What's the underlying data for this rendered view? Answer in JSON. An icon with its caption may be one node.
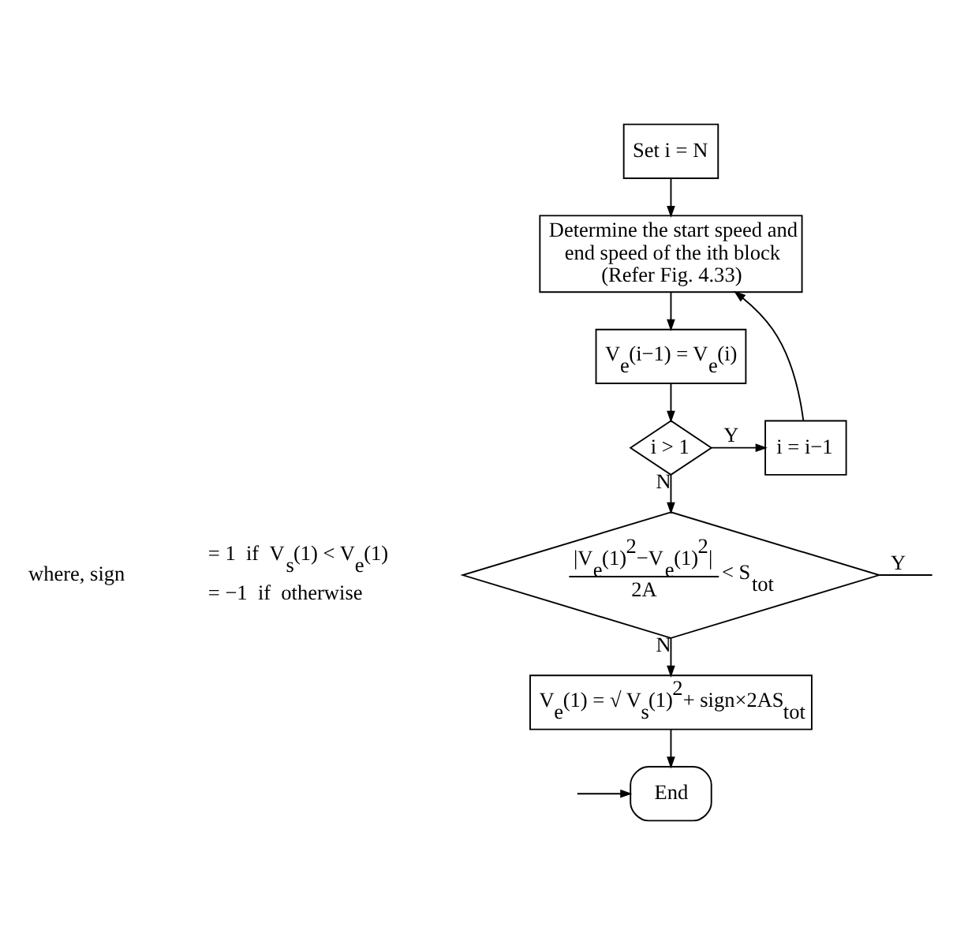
{
  "diagram": {
    "nodes": [
      {
        "text": [
          "Set i = N"
        ]
      },
      {
        "text": [
          "Determine the start speed and end speed of the ith block (Refer Fig. 4.33)"
        ]
      },
      {
        "text": [
          "V$_{e}$(i−1) = V$_{e}$(i)"
        ]
      },
      {
        "text": [
          "i > 1"
        ]
      },
      {
        "text": [
          "i = i−1"
        ]
      },
      {
        "text": [
          "|V$_{e}$(1)$^{2}$−V$_{e}$(1)$^{2}$|",
          "2A",
          "< S$_{tot}$"
        ]
      },
      {
        "text": [
          "V$_{e}$(1) = √ V$_{s}$(1)$^{2}$+ sign×2AS$_{tot}$"
        ]
      },
      {
        "text": [
          "End"
        ]
      }
    ],
    "edges": [
      {
        "from": 0,
        "to": 1,
        "arrow": "to"
      },
      {
        "from": 1,
        "to": 2,
        "arrow": "to"
      },
      {
        "from": 2,
        "to": 3,
        "arrow": "to"
      },
      {
        "from": 3,
        "to": 4,
        "arrow": "to",
        "label": "Y"
      },
      {
        "from": 4,
        "to": 1,
        "arrow": "to"
      },
      {
        "from": 3,
        "to": 5,
        "arrow": "to",
        "label": "N"
      },
      {
        "from": 5,
        "to": null,
        "arrow": "none",
        "label": "Y"
      },
      {
        "from": 5,
        "to": 6,
        "arrow": "to",
        "label": "N"
      },
      {
        "from": 6,
        "to": 7,
        "arrow": "to"
      },
      {
        "from": null,
        "to": 7,
        "arrow": "to"
      }
    ],
    "labels": [
      "where, sign",
      "= 1  if  V$_{s}$(1) < V$_{e}$(1)",
      "= −1  if  otherwise"
    ]
  }
}
